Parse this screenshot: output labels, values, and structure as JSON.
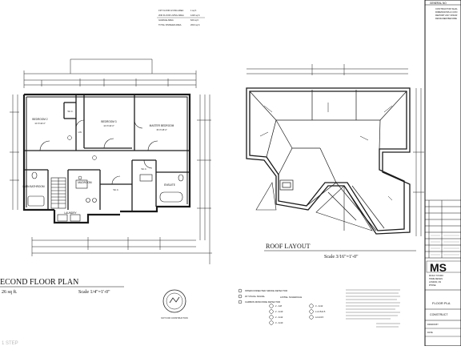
{
  "sheet": {
    "top_header": "GENERAL NO",
    "top_notes": [
      "CONTRACTOR SHAL",
      "DIMENSIONS & CON",
      "REPORT ANY DISCR",
      "DESIGNER BEFORE"
    ],
    "area_table": {
      "rows": [
        {
          "label": "1ST FLOOR LIVING AREA",
          "value": "1 sq ft."
        },
        {
          "label": "2ND FLOOR LIVING AREA",
          "value": "1226 sq ft."
        },
        {
          "label": "GARAGE AREA",
          "value": "623 sq ft."
        },
        {
          "label": "TOTAL FINISHED AREA",
          "value": "2613 sq ft."
        }
      ]
    }
  },
  "floor_plan": {
    "title": "ECOND FLOOR PLAN",
    "area": "26 sq ft.",
    "scale": "Scale 1/4\"=1'-0\"",
    "rooms": {
      "bedroom2": "BEDROOM 2",
      "bedroom2_dim": "12'-0\"x12'-0\"",
      "bedroom3": "BEDROOM 3",
      "bedroom3_dim": "12'-0\"x12'-0\"",
      "master": "MASTER BEDROOM",
      "master_dim": "15'-0\"x15'-0\"",
      "main_bath": "MAIN BATHROOM",
      "mudroom": "MUDROOM",
      "ensuite": "ENSUITE",
      "laundry": "LAUNDRY",
      "wic1": "W.I.C.",
      "wic2": "W.I.C.",
      "wic3": "W.I.C.",
      "linen": "LIN."
    },
    "stamp": "NOT FOR CONSTRUCTION"
  },
  "roof": {
    "title": "ROOF LAYOUT",
    "scale": "Scale 3/16\"=1'-0\""
  },
  "legend": {
    "smoke": "INTERCONNECTED SMOKE DETECTOR",
    "visual": "W/ VISUAL SIGNAL",
    "co": "CARBON MONOXIDE DETECTOR",
    "lintel_header": "LINTEL SCHEDULE",
    "lintels": [
      "2 - 2x8",
      "2 - 2x10",
      "2 - 2x12",
      "3 - 2x10",
      "3 - 2x12",
      "L1-3.5x3.5",
      "L2-4x3.5"
    ]
  },
  "title_block": {
    "logo": "MS",
    "company_lines": [
      "MCKAY STUDIO",
      "HOME DESIGN",
      "LONDON, ON",
      "PHONE"
    ],
    "drawing_title": "FLOOR PLA",
    "contractor": "CONSTRUCT",
    "drawn_by_label": "DRAWN BY",
    "date_label": "DATE"
  },
  "footer_mark": "1 STEP"
}
